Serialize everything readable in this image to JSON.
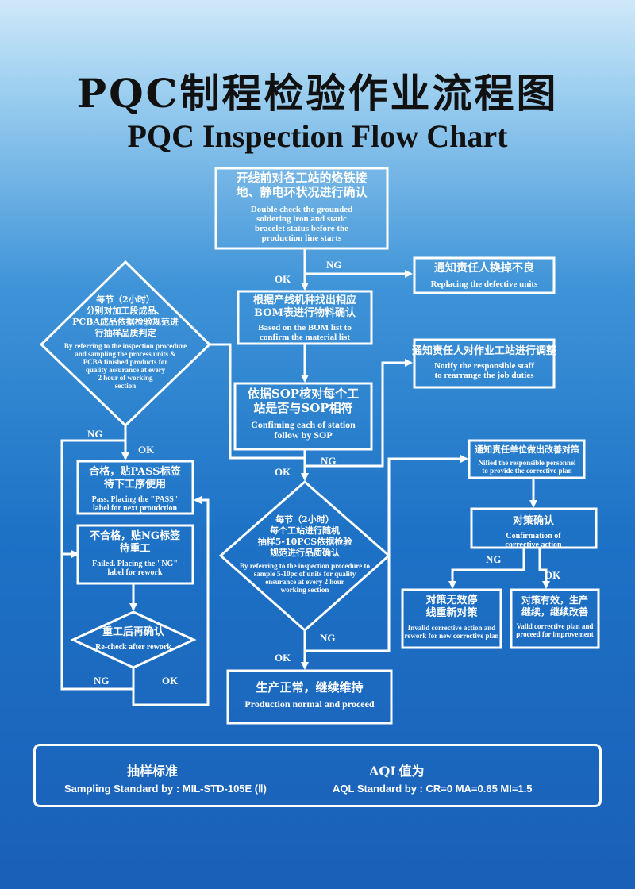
{
  "title_cn": "PQC制程检验作业流程图",
  "title_en": "PQC Inspection Flow Chart",
  "nodes": {
    "start": {
      "cn": [
        "开线前对各工站的烙铁接",
        "地、静电环状况进行确认"
      ],
      "en": [
        "Double check the grounded",
        "soldering iron and static",
        "bracelet status before the",
        "production line starts"
      ]
    },
    "replace": {
      "cn": [
        "通知责任人换掉不良"
      ],
      "en": [
        "Replacing the defective units"
      ]
    },
    "bom": {
      "cn": [
        "根据产线机种找出相应",
        "BOM表进行物料确认"
      ],
      "en": [
        "Based on the BOM list to",
        "confirm the material list"
      ]
    },
    "rearrange": {
      "cn": [
        "通知责任人对作业工站进行调整"
      ],
      "en": [
        "Notify the responsible staff",
        "to rearrange the job duties"
      ]
    },
    "sop": {
      "cn": [
        "依据SOP核对每个工",
        "站是否与SOP相符"
      ],
      "en": [
        "Confiming each of station",
        "follow by SOP"
      ]
    },
    "left_decision": {
      "cn": [
        "每节（2小时）",
        "分别对加工段成品、",
        "PCBA成品依据检验规范进",
        "行抽样品质判定"
      ],
      "en": [
        "By referring to the inspection procedure",
        "and sampling the process units &",
        "PCBA finished products for",
        "quality assurance at every",
        "2 hour of working",
        "section"
      ]
    },
    "pass": {
      "cn": [
        "合格，贴PASS标签",
        "待下工序使用"
      ],
      "en": [
        "Pass. Placing the \"PASS\"",
        "label for next proudction"
      ]
    },
    "ng": {
      "cn": [
        "不合格，贴NG标签",
        "待重工"
      ],
      "en": [
        "Failed. Placing the \"NG\"",
        "label for rework"
      ]
    },
    "recheck": {
      "cn": [
        "重工后再确认"
      ],
      "en": [
        "Re-check after rework"
      ]
    },
    "mid_decision": {
      "cn": [
        "每节（2小时）",
        "每个工站进行随机",
        "抽样5-10PCS依据检验",
        "规范进行品质确认"
      ],
      "en": [
        "By referring to the inspection procedure to",
        "sample 5-10pc of units for quality",
        "ensurance at every 2 hour",
        "working section"
      ]
    },
    "normal": {
      "cn": [
        "生产正常，继续维持"
      ],
      "en": [
        "Production normal and proceed"
      ]
    },
    "notify_plan": {
      "cn": [
        "通知责任单位做出改善对策"
      ],
      "en": [
        "Nified the responsible personnel",
        "to provide the corrective plan"
      ]
    },
    "confirm": {
      "cn": [
        "对策确认"
      ],
      "en": [
        "Confirmation of",
        "corrective action"
      ]
    },
    "invalid": {
      "cn": [
        "对策无效停",
        "线重新对策"
      ],
      "en": [
        "Invalid corrective action and",
        "rework for new corrective plan"
      ]
    },
    "valid": {
      "cn": [
        "对策有效，生产",
        "继续，继续改善"
      ],
      "en": [
        "Valid corrective plan and",
        "proceed for improvement"
      ]
    }
  },
  "labels": {
    "ok": "OK",
    "ng": "NG"
  },
  "bottom": {
    "sampling_cn": "抽样标准",
    "sampling_en": "Sampling Standard by :   MIL-STD-105E (Ⅱ)",
    "aql_cn": "AQL值为",
    "aql_en": "AQL Standard by :     CR=0     MA=0.65     MI=1.5"
  }
}
